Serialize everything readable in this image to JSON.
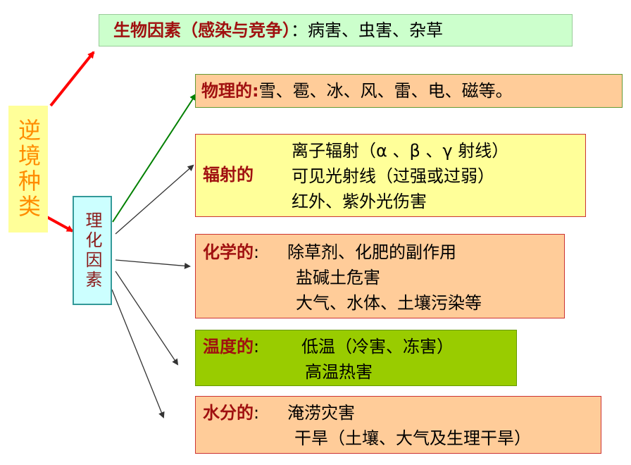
{
  "root": {
    "text": "逆境种类"
  },
  "hub": {
    "text": "理化因素"
  },
  "biotic": {
    "label": "生物因素（感染与竞争）",
    "separator": "：",
    "items": "病害、虫害、杂草"
  },
  "physical": {
    "label": "物理的",
    "separator": ":",
    "items": "雪、雹、冰、风、雷、电、磁等。"
  },
  "radiation": {
    "label": "辐射的",
    "items": [
      "离子辐射（α 、β 、γ 射线）",
      "可见光射线（过强或过弱）",
      "红外、紫外光伤害"
    ]
  },
  "chemical": {
    "label": "化学的",
    "separator": ":",
    "items": [
      "除草剂、化肥的副作用",
      "盐碱土危害",
      "大气、水体、土壤污染等"
    ]
  },
  "temperature": {
    "label": "温度的",
    "separator": ":",
    "items": [
      "低温（冷害、冻害）",
      "高温热害"
    ]
  },
  "water": {
    "label": "水分的",
    "separator": ":",
    "items": [
      "淹涝灾害",
      "干旱（土壤、大气及生理干旱）"
    ]
  },
  "colors": {
    "root_fill": "#ffff99",
    "root_text": "#ff8c00",
    "hub_fill": "#ccffff",
    "hub_border": "#339999",
    "biotic_fill": "#ccffcc",
    "physical_fill": "#ffcc99",
    "radiation_fill": "#ffff99",
    "chemical_fill": "#ffcc99",
    "temperature_fill": "#99cc00",
    "water_fill": "#ffcc99",
    "label_text": "#a01010",
    "arrow_red": "#ff0000",
    "arrow_green": "#008000",
    "arrow_dark": "#333333"
  }
}
